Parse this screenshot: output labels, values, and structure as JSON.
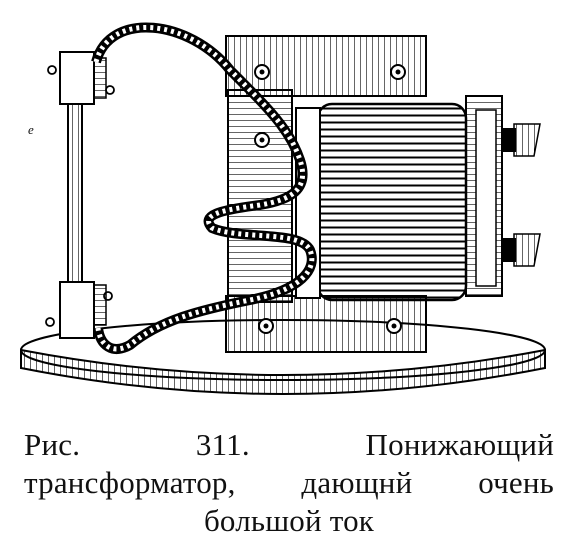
{
  "figure": {
    "label_e": "e",
    "terminal_marks": [
      "0",
      "0",
      "0",
      "0"
    ]
  },
  "caption": {
    "text": "Рис. 311. Понижающий трансформатор, дающнй очень большой ток"
  }
}
